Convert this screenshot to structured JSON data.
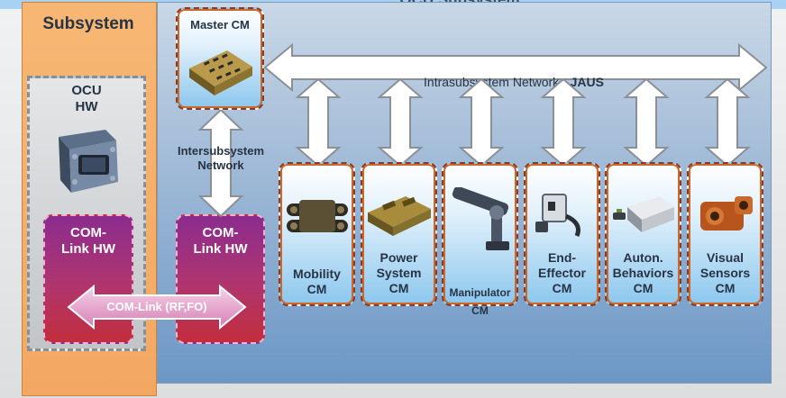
{
  "header_partial": "OCU Subsystem",
  "subsystem_label": "Subsystem",
  "ocu_hw": "OCU\nHW",
  "master_cm": "Master CM",
  "intrasubsystem": {
    "text": "Intrasubsystem Network - ",
    "bold": "JAUS"
  },
  "intersubsystem": "Intersubsystem\nNetwork",
  "com_link_left": "COM-\nLink HW",
  "com_link_right": "COM-\nLink HW",
  "com_link_rf": "COM-Link (RF,FO)",
  "cms": [
    {
      "label": "Mobility\nCM",
      "icon": "tracked-robot-base-icon"
    },
    {
      "label": "Power\nSystem\nCM",
      "icon": "battery-pack-icon"
    },
    {
      "label": "Manipulator\nCM",
      "icon": "robot-arm-icon"
    },
    {
      "label": "End-\nEffector\nCM",
      "icon": "gripper-icon"
    },
    {
      "label": "Auton.\nBehaviors\nCM",
      "icon": "control-module-icon"
    },
    {
      "label": "Visual\nSensors\nCM",
      "icon": "camera-sensor-icon"
    }
  ],
  "colors": {
    "orange_panel": "#f7b36c",
    "blue_panel_top": "#c7d6e6",
    "blue_panel_bottom": "#6a95c4",
    "magenta": "#a9306f",
    "pink_arrow": "#e59ac7"
  }
}
